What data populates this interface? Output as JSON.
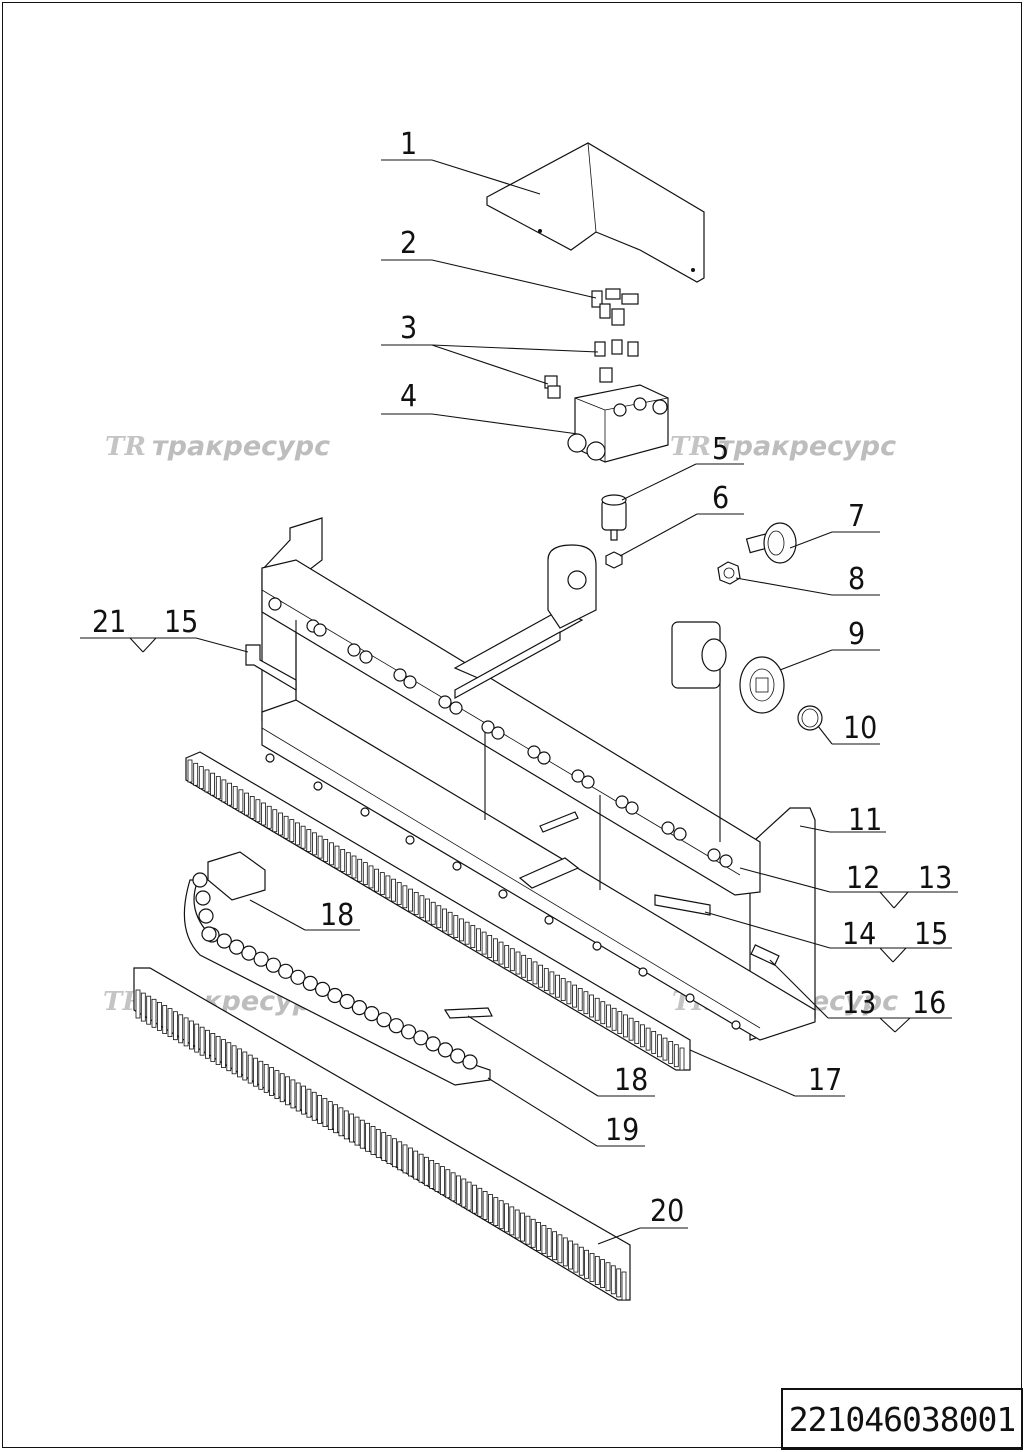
{
  "document_number": "221046038001",
  "watermark": {
    "logo": "TR",
    "text": "тракресурс"
  },
  "callouts": [
    {
      "id": "c1",
      "label": "1"
    },
    {
      "id": "c2",
      "label": "2"
    },
    {
      "id": "c3",
      "label": "3"
    },
    {
      "id": "c4",
      "label": "4"
    },
    {
      "id": "c5",
      "label": "5"
    },
    {
      "id": "c6",
      "label": "6"
    },
    {
      "id": "c7",
      "label": "7"
    },
    {
      "id": "c8",
      "label": "8"
    },
    {
      "id": "c9",
      "label": "9"
    },
    {
      "id": "c10",
      "label": "10"
    },
    {
      "id": "c11",
      "label": "11"
    },
    {
      "id": "c12",
      "label": "12"
    },
    {
      "id": "c13a",
      "label": "13"
    },
    {
      "id": "c14",
      "label": "14"
    },
    {
      "id": "c15a",
      "label": "15"
    },
    {
      "id": "c13b",
      "label": "13"
    },
    {
      "id": "c16",
      "label": "16"
    },
    {
      "id": "c17",
      "label": "17"
    },
    {
      "id": "c18a",
      "label": "18"
    },
    {
      "id": "c18b",
      "label": "18"
    },
    {
      "id": "c19",
      "label": "19"
    },
    {
      "id": "c20",
      "label": "20"
    },
    {
      "id": "c21",
      "label": "21"
    },
    {
      "id": "c15b",
      "label": "15"
    }
  ]
}
